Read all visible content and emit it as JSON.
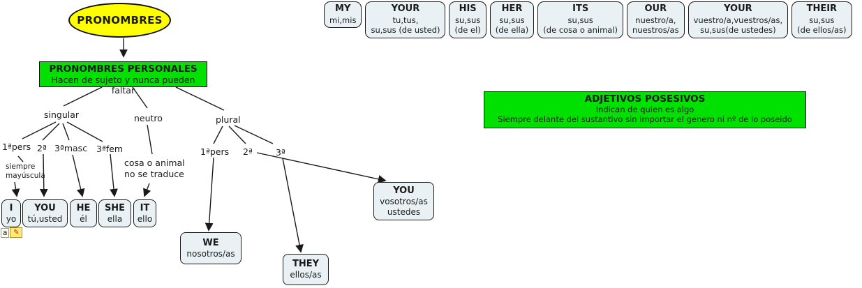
{
  "colors": {
    "highlight_green": "#00e100",
    "root_yellow": "#ffff00",
    "node_fill": "#e9f1f4",
    "line_color": "#1a1a1a",
    "note_yellow": "#ffe97f"
  },
  "pronouns_map": {
    "root": "PRONOMBRES",
    "personales": {
      "title": "PRONOMBRES PERSONALES",
      "subtitle": "Hacen de sujeto y nunca pueden faltar"
    },
    "branches": {
      "singular": "singular",
      "neutro": "neutro",
      "plural": "plural"
    },
    "singular_sub": [
      {
        "label": "1ªpers"
      },
      {
        "label": "2ª"
      },
      {
        "label": "3ªmasc"
      },
      {
        "label": "3ªfem"
      }
    ],
    "plural_sub": [
      {
        "label": "1ªpers"
      },
      {
        "label": "2ª"
      },
      {
        "label": "3ª"
      }
    ],
    "annotations": {
      "capital_line1": "siempre",
      "capital_line2": "mayúscula",
      "neutro_line1": "cosa o animal",
      "neutro_line2": "no se traduce"
    },
    "nodes": [
      {
        "en": "I",
        "es": "yo"
      },
      {
        "en": "YOU",
        "es": "tú,usted"
      },
      {
        "en": "HE",
        "es": "él"
      },
      {
        "en": "SHE",
        "es": "ella"
      },
      {
        "en": "IT",
        "es": "ello"
      },
      {
        "en": "WE",
        "es": "nosotros/as"
      },
      {
        "en": "THEY",
        "es": "ellos/as"
      },
      {
        "en": "YOU",
        "es": "vosotros/as",
        "es2": "ustedes"
      }
    ],
    "note_icon_label": "a",
    "note_icon_glyph": "✎"
  },
  "possessives": {
    "title": "ADJETIVOS POSESIVOS",
    "line1": "Indican de quien es algo",
    "line2": "Siempre delante del sustantivo sin importar el genero ni nº de lo poseido",
    "items": [
      {
        "en": "MY",
        "es1": "mi,mis"
      },
      {
        "en": "YOUR",
        "es1": "tu,tus,",
        "es2": "su,sus (de usted)"
      },
      {
        "en": "HIS",
        "es1": "su,sus",
        "es2": "(de el)"
      },
      {
        "en": "HER",
        "es1": "su,sus",
        "es2": "(de ella)"
      },
      {
        "en": "ITS",
        "es1": "su,sus",
        "es2": "(de cosa o animal)"
      },
      {
        "en": "OUR",
        "es1": "nuestro/a,",
        "es2": "nuestros/as"
      },
      {
        "en": "YOUR",
        "es1": "vuestro/a,vuestros/as,",
        "es2": "su,sus(de ustedes)"
      },
      {
        "en": "THEIR",
        "es1": "su,sus",
        "es2": "(de ellos/as)"
      }
    ]
  }
}
